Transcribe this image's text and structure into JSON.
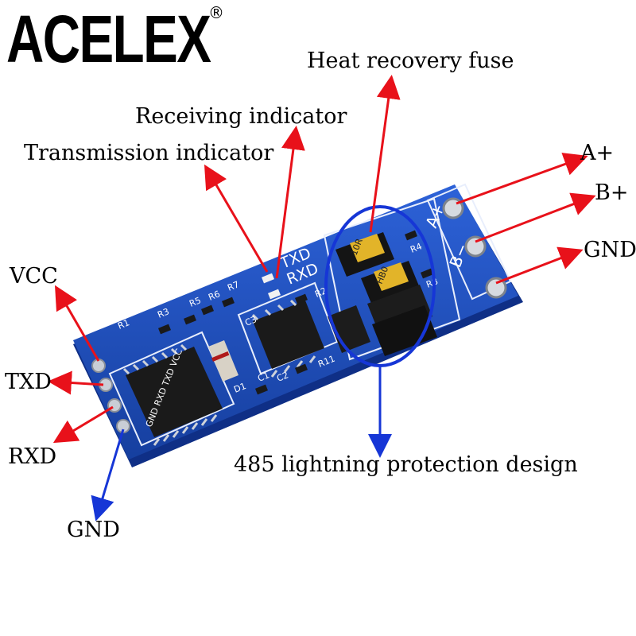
{
  "brand": {
    "name": "ACELEX",
    "mark": "®"
  },
  "labels": {
    "heat_fuse": "Heat recovery fuse",
    "receiving": "Receiving indicator",
    "transmission": "Transmission indicator",
    "a_plus": "A+",
    "b_plus": "B+",
    "gnd_right": "GND",
    "vcc": "VCC",
    "txd": "TXD",
    "rxd": "RXD",
    "gnd_left": "GND",
    "lightning": "485 lightning protection design"
  },
  "board": {
    "silk_txd": "TXD",
    "silk_rxd": "RXD",
    "silk_a": "A+",
    "silk_b": "B−",
    "fuse_code": "10R",
    "fuse_code_2": "HB0",
    "pins": "GND RXD TXD VCC",
    "refs": [
      "R1",
      "R2",
      "R3",
      "R4",
      "R5",
      "R6",
      "R7",
      "R8",
      "R11",
      "C1",
      "C2",
      "C3",
      "D1"
    ]
  },
  "colors": {
    "arrow_red": "#e8111a",
    "arrow_blue": "#1636d6",
    "pcb_blue": "#1f4fc4",
    "chip": "#1a1a1a"
  }
}
